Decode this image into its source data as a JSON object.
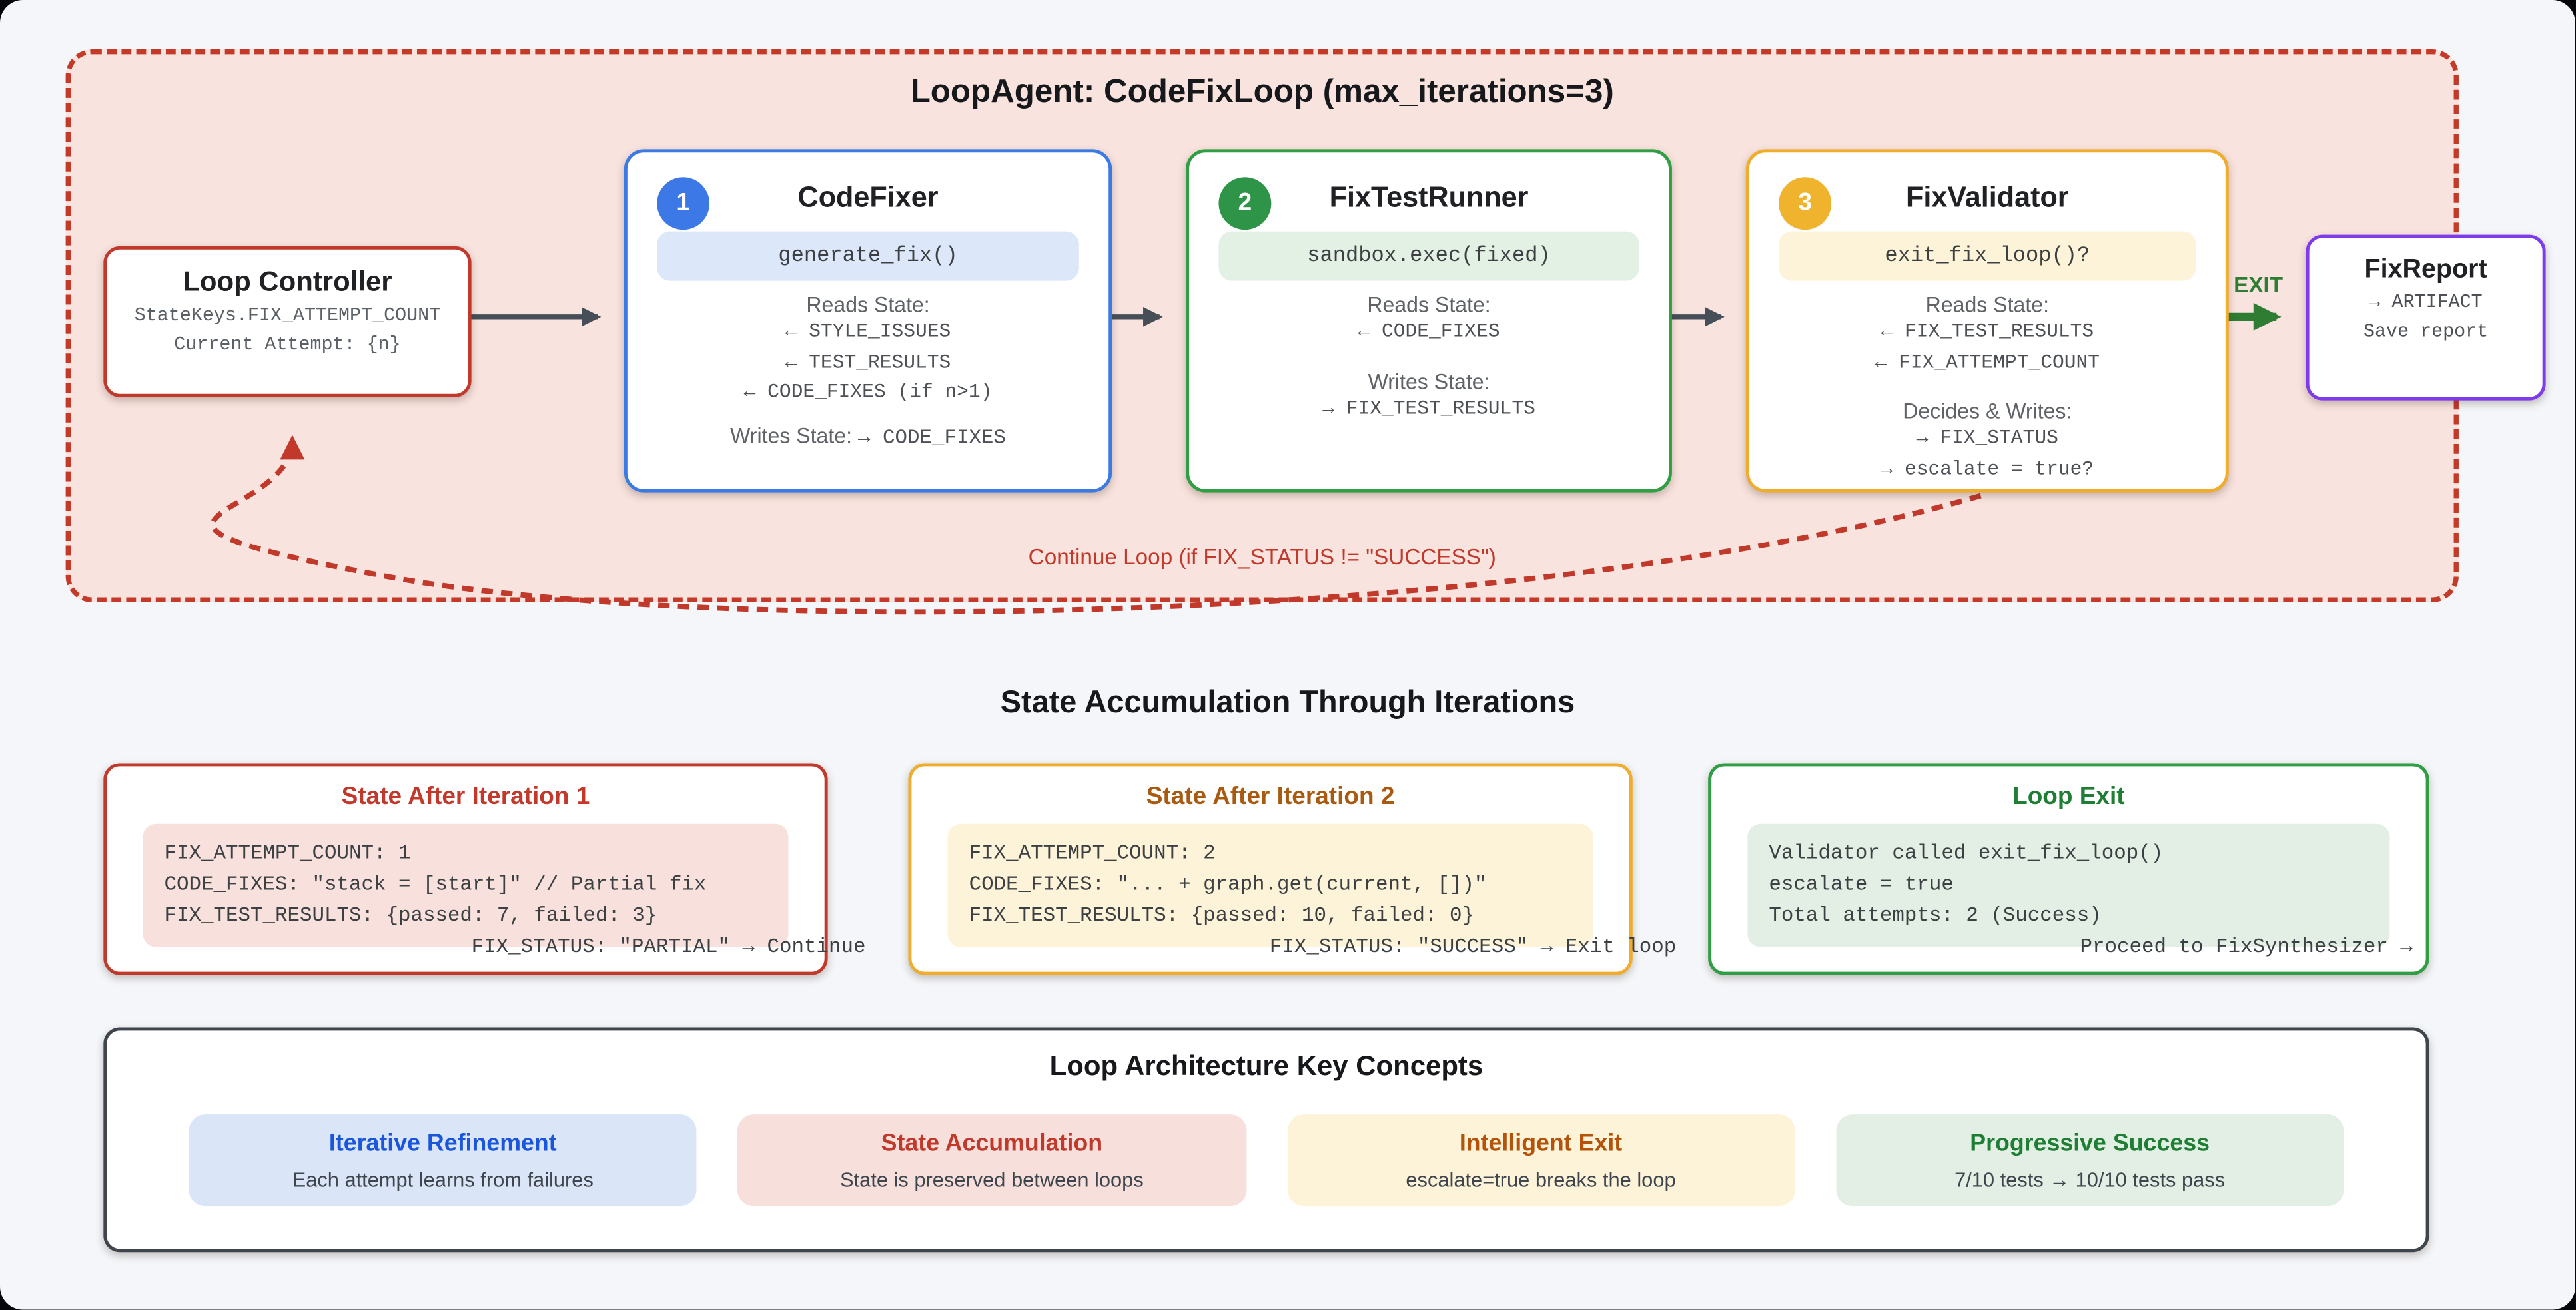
{
  "loop": {
    "title": "LoopAgent: CodeFixLoop (max_iterations=3)",
    "controller": {
      "title": "Loop Controller",
      "lines": [
        "StateKeys.FIX_ATTEMPT_COUNT",
        "Current Attempt: {n}"
      ]
    },
    "agents": [
      {
        "badge": "1",
        "title": "CodeFixer",
        "code": "generate_fix()",
        "reads_label": "Reads State:",
        "reads": [
          "← STYLE_ISSUES",
          "← TEST_RESULTS",
          "← CODE_FIXES (if n>1)"
        ],
        "writes_label": "Writes State:",
        "writes_inline": "→ CODE_FIXES",
        "writes": []
      },
      {
        "badge": "2",
        "title": "FixTestRunner",
        "code": "sandbox.exec(fixed)",
        "reads_label": "Reads State:",
        "reads": [
          "← CODE_FIXES"
        ],
        "writes_label": "Writes State:",
        "writes_inline": "",
        "writes": [
          "→ FIX_TEST_RESULTS"
        ]
      },
      {
        "badge": "3",
        "title": "FixValidator",
        "code": "exit_fix_loop()?",
        "reads_label": "Reads State:",
        "reads": [
          "← FIX_TEST_RESULTS",
          "← FIX_ATTEMPT_COUNT"
        ],
        "writes_label": "Decides & Writes:",
        "writes_inline": "",
        "writes": [
          "→ FIX_STATUS",
          "→ escalate = true?"
        ]
      }
    ],
    "exit_label": "EXIT",
    "report": {
      "title": "FixReport",
      "lines": [
        "→ ARTIFACT",
        "Save report"
      ]
    },
    "continue_label": "Continue Loop (if FIX_STATUS != \"SUCCESS\")"
  },
  "state_section": {
    "heading": "State Accumulation Through Iterations",
    "boxes": [
      {
        "title": "State After Iteration 1",
        "lines": [
          "FIX_ATTEMPT_COUNT: 1",
          "CODE_FIXES: \"stack = [start]\" // Partial fix",
          "FIX_TEST_RESULTS: {passed: 7, failed: 3}"
        ],
        "overflow_line": "FIX_STATUS: \"PARTIAL\" → Continue"
      },
      {
        "title": "State After Iteration 2",
        "lines": [
          "FIX_ATTEMPT_COUNT: 2",
          "CODE_FIXES: \"... + graph.get(current, [])\"",
          "FIX_TEST_RESULTS: {passed: 10, failed: 0}"
        ],
        "overflow_line": "FIX_STATUS: \"SUCCESS\" → Exit loop"
      },
      {
        "title": "Loop Exit",
        "lines": [
          "Validator called exit_fix_loop()",
          "escalate = true",
          "Total attempts: 2 (Success)"
        ],
        "overflow_line": "Proceed to FixSynthesizer →"
      }
    ]
  },
  "concepts": {
    "title": "Loop Architecture Key Concepts",
    "pills": [
      {
        "title": "Iterative Refinement",
        "sub": "Each attempt learns from failures"
      },
      {
        "title": "State Accumulation",
        "sub": "State is preserved between loops"
      },
      {
        "title": "Intelligent Exit",
        "sub": "escalate=true breaks the loop"
      },
      {
        "title": "Progressive Success",
        "sub": "7/10 tests → 10/10 tests pass"
      }
    ]
  },
  "colors": {
    "red": "#c0392b",
    "blue": "#3b7ae2",
    "green": "#2f9e44",
    "amber": "#f0ad2d",
    "purple": "#7d3bec",
    "arrow_gray": "#464f58",
    "exit_green": "#2e7d32",
    "container_bg": "#f9e3de",
    "page_bg": "#f4f6f9"
  }
}
